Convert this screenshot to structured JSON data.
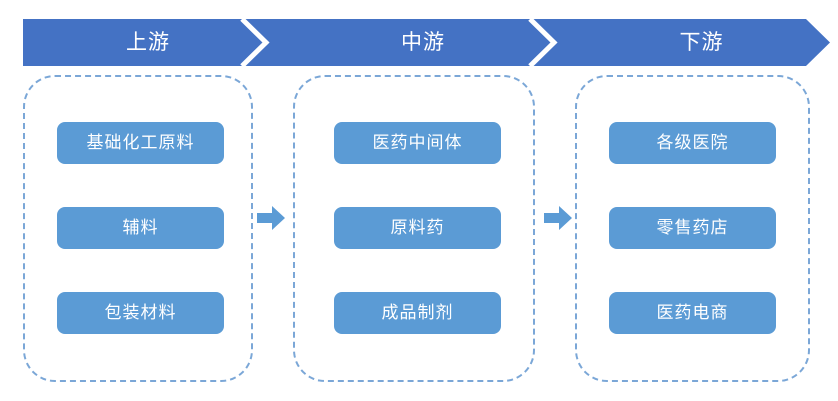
{
  "banner": {
    "background_color": "#4472C4",
    "text_color": "#ffffff",
    "chevron_color": "#ffffff",
    "stages": [
      {
        "label": "上游"
      },
      {
        "label": "中游"
      },
      {
        "label": "下游"
      }
    ]
  },
  "colors": {
    "banner_blue": "#4472C4",
    "pill_blue": "#5B9BD5",
    "dashed_border": "#7BA7D7",
    "arrow_blue": "#5B9BD5",
    "canvas": "#ffffff"
  },
  "columns": [
    {
      "stage": "上游",
      "nodes": [
        {
          "label": "基础化工原料"
        },
        {
          "label": "辅料"
        },
        {
          "label": "包装材料"
        }
      ]
    },
    {
      "stage": "中游",
      "nodes": [
        {
          "label": "医药中间体"
        },
        {
          "label": "原料药"
        },
        {
          "label": "成品制剂"
        }
      ]
    },
    {
      "stage": "下游",
      "nodes": [
        {
          "label": "各级医院"
        },
        {
          "label": "零售药店"
        },
        {
          "label": "医药电商"
        }
      ]
    }
  ],
  "connectors": [
    {
      "icon": "right-arrow-icon",
      "from": "上游",
      "to": "中游"
    },
    {
      "icon": "right-arrow-icon",
      "from": "中游",
      "to": "下游"
    }
  ]
}
